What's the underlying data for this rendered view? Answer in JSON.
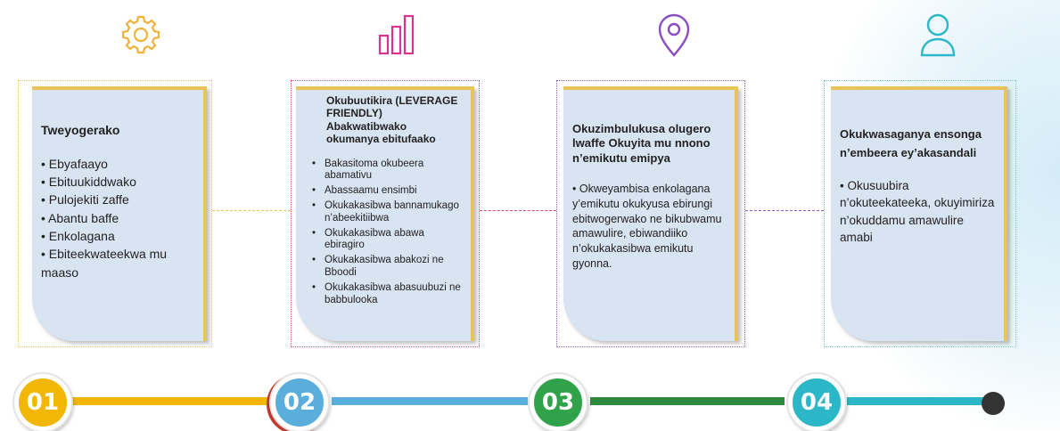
{
  "steps": [
    {
      "number": "01",
      "icon": "gear-icon",
      "title": "Tweyogerako",
      "items": [
        "• Ebyafaayo",
        "• Ebituukiddwako",
        "• Pulojekiti zaffe",
        "• Abantu baffe",
        "• Enkolagana",
        "• Ebiteekwateekwa mu maaso"
      ],
      "color": "#f2b705"
    },
    {
      "number": "02",
      "icon": "bar-chart-icon",
      "title": "Okubuutikira (LEVERAGE FRIENDLY) Abakwatibwako okumanya ebitufaako",
      "items": [
        "Bakasitoma okubeera abamativu",
        "Abassaamu ensimbi",
        "Okukakasibwa bannamukago n’abeekitiibwa",
        "Okukakasibwa abawa ebiragiro",
        "Okukakasibwa abakozi ne Bboodi",
        "Okukakasibwa abasuubuzi ne babbulooka"
      ],
      "color": "#5aaedb"
    },
    {
      "number": "03",
      "icon": "location-pin-icon",
      "title": "Okuzimbulukusa olugero lwaffe Okuyita mu nnono n’emikutu emipya",
      "body": "• Okweyambisa enkolagana y’emikutu okukyusa ebirungi ebitwogerwako ne bikubwamu amawulire, ebiwandiiko n’okukakasibwa emikutu gyonna.",
      "color": "#2fa24a"
    },
    {
      "number": "04",
      "icon": "user-icon",
      "title": "Okukwasaganya ensonga n’embeera ey’akasandali",
      "body": "• Okusuubira n’okuteekateeka, okuyimiriza n’okuddamu amawulire amabi",
      "color": "#2bb7c8"
    }
  ]
}
